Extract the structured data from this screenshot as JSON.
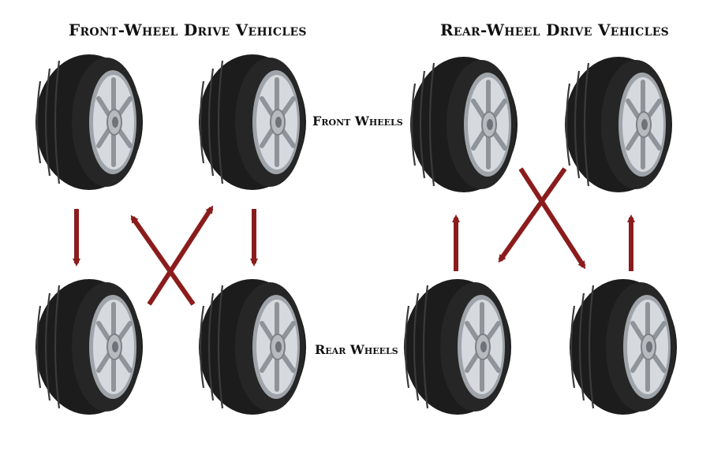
{
  "diagram": {
    "sections": [
      {
        "id": "fwd",
        "title": "Front-Wheel Drive Vehicles"
      },
      {
        "id": "rwd",
        "title": "Rear-Wheel Drive Vehicles"
      }
    ],
    "labels": {
      "front": "Front Wheels",
      "rear": "Rear Wheels"
    },
    "colors": {
      "arrow": "#8b1c1c",
      "tire": "#1e1e1e",
      "rim": "#c9ccd1"
    },
    "icon": "tire-icon"
  }
}
